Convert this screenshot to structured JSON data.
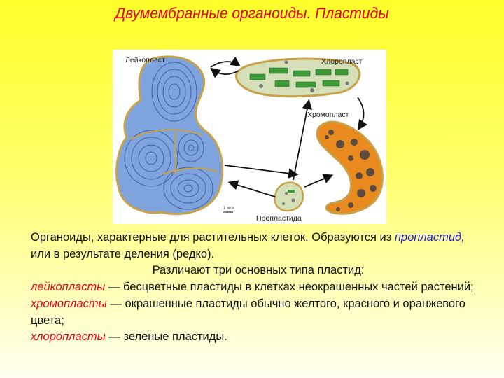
{
  "title": "Двумембранные органоиды. Пластиды",
  "figure": {
    "labels": {
      "leucoplast": "Лейкопласт",
      "chloroplast": "Хлоропласт",
      "chromoplast": "Хромопласт",
      "proplastid": "Пропластида",
      "scale": "1 мкм"
    },
    "colors": {
      "leucoplast_fill": "#7fa3dc",
      "chloroplast_fill": "#d5dfb8",
      "chromoplast_fill": "#e88a1e",
      "membrane": "#c8a24a"
    }
  },
  "body": {
    "p1_text": "Органоиды, характерные для растительных клеток. Образуются из ",
    "p1_link": "пропластид,",
    "p1_rest": " или в результате деления (редко).",
    "p2": "Различают три основных типа пластид:",
    "items": [
      {
        "term": "лейкопласты",
        "desc": " — бесцветные пластиды в клетках неокрашенных частей растений;"
      },
      {
        "term": "хромопласты",
        "desc": " — окрашенные пластиды обычно желтого, красного и оранжевого цвета;"
      },
      {
        "term": "хлоропласты",
        "desc": " — зеленые пластиды."
      }
    ]
  }
}
